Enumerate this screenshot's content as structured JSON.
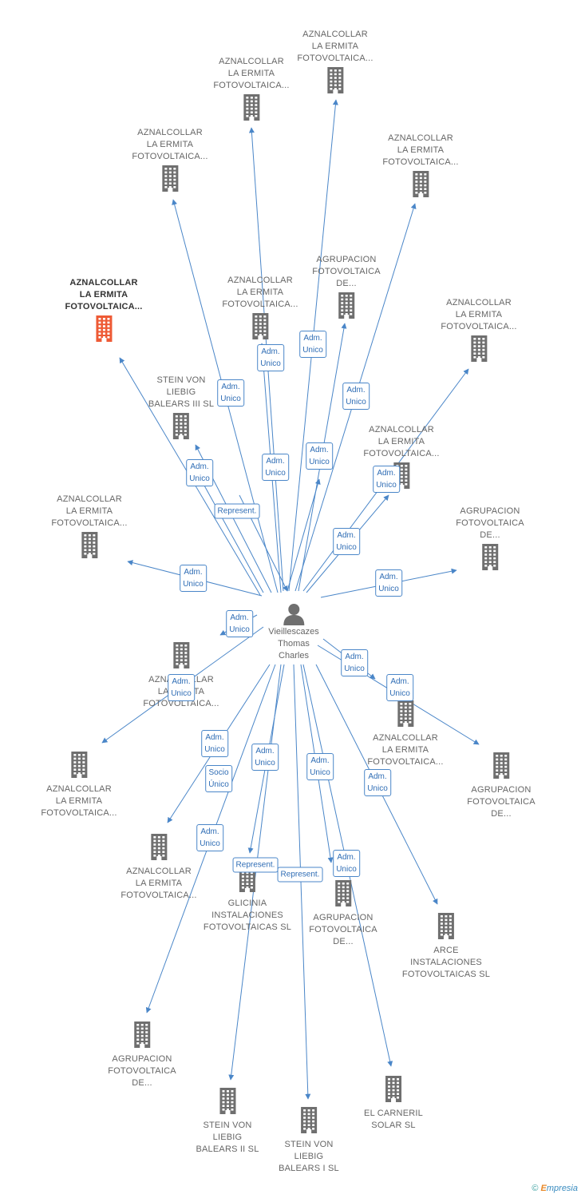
{
  "person": {
    "name": "Vieillescazes\nThomas\nCharles",
    "icon": "person-icon"
  },
  "colors": {
    "edge": "#4a86c8",
    "building": "#6f6f6f",
    "building_highlight": "#ee5a35",
    "label": "#666666"
  },
  "nodes": [
    {
      "id": "n1",
      "label": "AZNALCOLLAR\nLA ERMITA\nFOTOVOLTAICA...",
      "icon": "building-icon"
    },
    {
      "id": "n2",
      "label": "AZNALCOLLAR\nLA ERMITA\nFOTOVOLTAICA...",
      "icon": "building-icon"
    },
    {
      "id": "n3",
      "label": "AZNALCOLLAR\nLA ERMITA\nFOTOVOLTAICA...",
      "icon": "building-icon"
    },
    {
      "id": "n4",
      "label": "AZNALCOLLAR\nLA ERMITA\nFOTOVOLTAICA...",
      "icon": "building-icon"
    },
    {
      "id": "n5",
      "label": "AZNALCOLLAR\nLA ERMITA\nFOTOVOLTAICA...",
      "icon": "building-icon",
      "highlight": true
    },
    {
      "id": "n6",
      "label": "AZNALCOLLAR\nLA ERMITA\nFOTOVOLTAICA...",
      "icon": "building-icon"
    },
    {
      "id": "n7",
      "label": "AGRUPACION\nFOTOVOLTAICA\nDE...",
      "icon": "building-icon"
    },
    {
      "id": "n8",
      "label": "AZNALCOLLAR\nLA ERMITA\nFOTOVOLTAICA...",
      "icon": "building-icon"
    },
    {
      "id": "n9",
      "label": "STEIN VON\nLIEBIG\nBALEARS III SL",
      "icon": "building-icon"
    },
    {
      "id": "n10",
      "label": "AZNALCOLLAR\nLA ERMITA\nFOTOVOLTAICA...",
      "icon": "building-icon"
    },
    {
      "id": "n11",
      "label": "AZNALCOLLAR\nLA ERMITA\nFOTOVOLTAICA...",
      "icon": "building-icon"
    },
    {
      "id": "n12",
      "label": "AGRUPACION\nFOTOVOLTAICA\nDE...",
      "icon": "building-icon"
    },
    {
      "id": "n13",
      "label": "AZNALCOLLAR\nLA ERMITA\nFOTOVOLTAICA...",
      "icon": "building-icon"
    },
    {
      "id": "n14",
      "label": "AZNALCOLLAR\nLA ERMITA\nFOTOVOLTAICA...",
      "icon": "building-icon"
    },
    {
      "id": "n15",
      "label": "AZNALCOLLAR\nLA ERMITA\nFOTOVOLTAICA...",
      "icon": "building-icon"
    },
    {
      "id": "n16",
      "label": "AGRUPACION\nFOTOVOLTAICA\nDE...",
      "icon": "building-icon"
    },
    {
      "id": "n17",
      "label": "AZNALCOLLAR\nLA ERMITA\nFOTOVOLTAICA...",
      "icon": "building-icon"
    },
    {
      "id": "n18",
      "label": "GLICINIA\nINSTALACIONES\nFOTOVOLTAICAS SL",
      "icon": "building-icon"
    },
    {
      "id": "n19",
      "label": "AGRUPACION\nFOTOVOLTAICA\nDE...",
      "icon": "building-icon"
    },
    {
      "id": "n20",
      "label": "ARCE\nINSTALACIONES\nFOTOVOLTAICAS SL",
      "icon": "building-icon"
    },
    {
      "id": "n21",
      "label": "AGRUPACION\nFOTOVOLTAICA\nDE...",
      "icon": "building-icon"
    },
    {
      "id": "n22",
      "label": "STEIN VON\nLIEBIG\nBALEARS II SL",
      "icon": "building-icon"
    },
    {
      "id": "n23",
      "label": "STEIN VON\nLIEBIG\nBALEARS I SL",
      "icon": "building-icon"
    },
    {
      "id": "n24",
      "label": "EL CARNERIL\nSOLAR SL",
      "icon": "building-icon"
    }
  ],
  "edge_labels": [
    {
      "id": "e1",
      "text": "Adm.\nUnico"
    },
    {
      "id": "e2",
      "text": "Adm.\nUnico"
    },
    {
      "id": "e3",
      "text": "Adm.\nUnico"
    },
    {
      "id": "e4",
      "text": "Adm.\nUnico"
    },
    {
      "id": "e5",
      "text": "Adm.\nUnico"
    },
    {
      "id": "e6",
      "text": "Adm.\nUnico"
    },
    {
      "id": "e7",
      "text": "Adm.\nUnico"
    },
    {
      "id": "e8",
      "text": "Adm.\nUnico"
    },
    {
      "id": "e9",
      "text": "Represent."
    },
    {
      "id": "e10",
      "text": "Adm.\nUnico"
    },
    {
      "id": "e11",
      "text": "Adm.\nUnico"
    },
    {
      "id": "e12",
      "text": "Adm.\nUnico"
    },
    {
      "id": "e13",
      "text": "Adm.\nUnico"
    },
    {
      "id": "e14",
      "text": "Adm.\nUnico"
    },
    {
      "id": "e15",
      "text": "Adm.\nUnico"
    },
    {
      "id": "e16",
      "text": "Adm.\nUnico"
    },
    {
      "id": "e17",
      "text": "Adm.\nUnico"
    },
    {
      "id": "e18",
      "text": "Adm.\nUnico"
    },
    {
      "id": "e19",
      "text": "Adm.\nUnico"
    },
    {
      "id": "e20",
      "text": "Socio\nÚnico"
    },
    {
      "id": "e21",
      "text": "Adm.\nUnico"
    },
    {
      "id": "e22",
      "text": "Adm.\nUnico"
    },
    {
      "id": "e23",
      "text": "Adm.\nUnico"
    },
    {
      "id": "e24",
      "text": "Represent."
    },
    {
      "id": "e25",
      "text": "Represent."
    },
    {
      "id": "e26",
      "text": "Adm.\nUnico"
    },
    {
      "id": "e27",
      "text": "Adm.\nUnico"
    }
  ],
  "footer": {
    "copyright": "©",
    "brand_first": "E",
    "brand_rest": "mpresia"
  }
}
